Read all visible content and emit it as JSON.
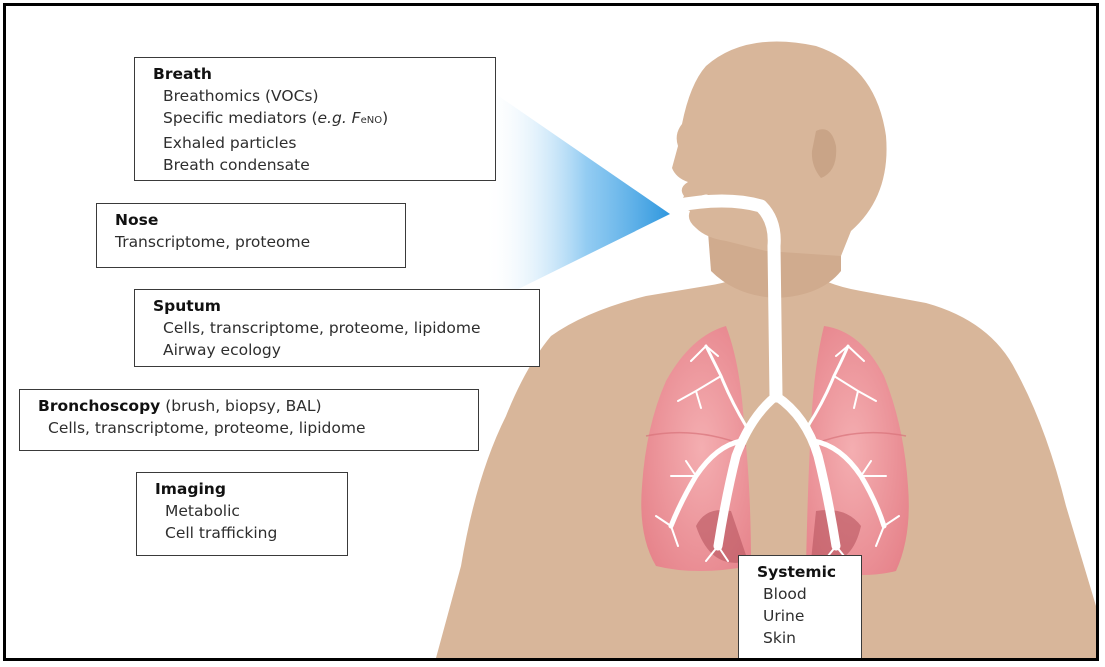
{
  "colors": {
    "frame": "#000000",
    "skin": "#d8b69a",
    "skin_shadow": "#c9a487",
    "lung": "#ef9ba0",
    "lung_dark": "#d9747b",
    "airway": "#ffffff",
    "breath_cone": "#3a9ee0"
  },
  "boxes": {
    "breath": {
      "title": "Breath",
      "items": {
        "i0": "Breathomics (VOCs)",
        "mediators_prefix": "Specific mediators (",
        "mediators_eg": "e.g. F",
        "mediators_sub": "eNO",
        "mediators_suffix": ")",
        "i2": "Exhaled particles",
        "i3": "Breath condensate"
      }
    },
    "nose": {
      "title": "Nose",
      "items": [
        "Transcriptome, proteome"
      ]
    },
    "sputum": {
      "title": "Sputum",
      "items": [
        "Cells, transcriptome, proteome, lipidome",
        "Airway ecology"
      ]
    },
    "bronchoscopy": {
      "title": "Bronchoscopy",
      "title_note": " (brush, biopsy, BAL)",
      "items": [
        "Cells, transcriptome, proteome, lipidome"
      ]
    },
    "imaging": {
      "title": "Imaging",
      "items": [
        "Metabolic",
        "Cell trafficking"
      ]
    },
    "systemic": {
      "title": "Systemic",
      "items": [
        "Blood",
        "Urine",
        "Skin"
      ]
    }
  }
}
